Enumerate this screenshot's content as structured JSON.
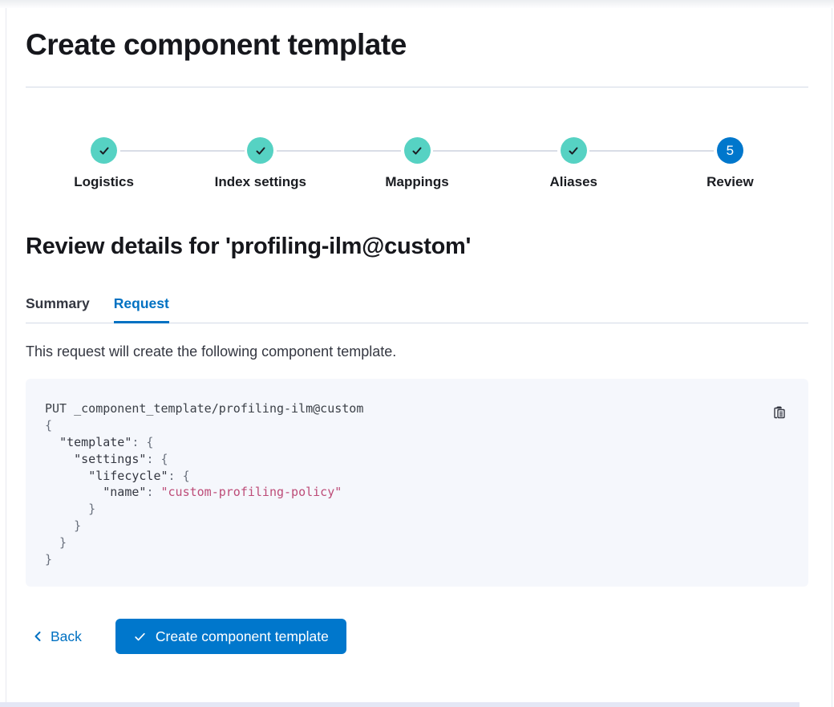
{
  "page": {
    "title": "Create component template"
  },
  "stepper": {
    "steps": [
      {
        "label": "Logistics",
        "status": "complete"
      },
      {
        "label": "Index settings",
        "status": "complete"
      },
      {
        "label": "Mappings",
        "status": "complete"
      },
      {
        "label": "Aliases",
        "status": "complete"
      },
      {
        "label": "Review",
        "status": "current",
        "number": "5"
      }
    ]
  },
  "review": {
    "heading": "Review details for 'profiling-ilm@custom'",
    "tabs": [
      {
        "label": "Summary",
        "active": false
      },
      {
        "label": "Request",
        "active": true
      }
    ],
    "description": "This request will create the following component template."
  },
  "code": {
    "lines": [
      [
        [
          "plain",
          "PUT _component_template/profiling-ilm@custom"
        ]
      ],
      [
        [
          "punct",
          "{"
        ]
      ],
      [
        [
          "plain",
          "  "
        ],
        [
          "key",
          "\"template\""
        ],
        [
          "punct",
          ": {"
        ]
      ],
      [
        [
          "plain",
          "    "
        ],
        [
          "key",
          "\"settings\""
        ],
        [
          "punct",
          ": {"
        ]
      ],
      [
        [
          "plain",
          "      "
        ],
        [
          "key",
          "\"lifecycle\""
        ],
        [
          "punct",
          ": {"
        ]
      ],
      [
        [
          "plain",
          "        "
        ],
        [
          "key",
          "\"name\""
        ],
        [
          "punct",
          ": "
        ],
        [
          "string",
          "\"custom-profiling-policy\""
        ]
      ],
      [
        [
          "punct",
          "      }"
        ]
      ],
      [
        [
          "punct",
          "    }"
        ]
      ],
      [
        [
          "punct",
          "  }"
        ]
      ],
      [
        [
          "punct",
          "}"
        ]
      ]
    ]
  },
  "footer": {
    "back_label": "Back",
    "create_label": "Create component template"
  },
  "colors": {
    "step_complete": "#56d2c3",
    "step_current": "#0077cc",
    "primary_button": "#0077cc",
    "active_tab": "#0071c2",
    "code_string": "#bd4c78",
    "code_panel_bg": "#f5f7fc",
    "connector": "#d9dde6"
  }
}
